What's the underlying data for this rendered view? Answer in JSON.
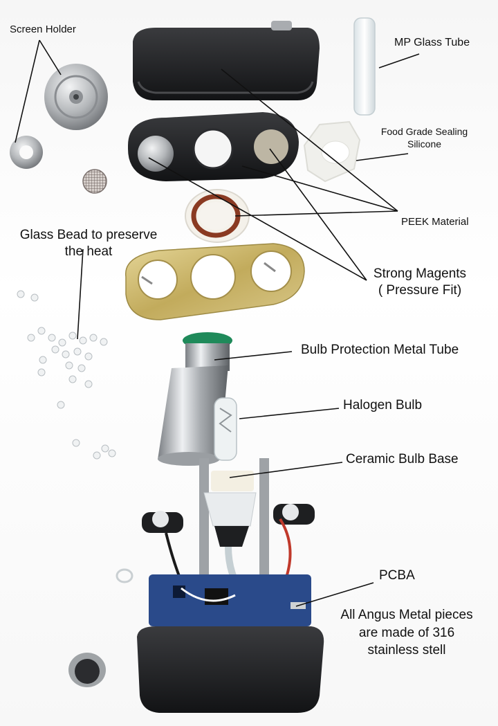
{
  "labels": {
    "screen_holder": "Screen Holder",
    "mp_glass_tube": "MP Glass Tube",
    "sealing_line1": "Food Grade Sealing",
    "sealing_line2": "Silicone",
    "glass_bead_line1": "Glass Bead to preserve",
    "glass_bead_line2": "the heat",
    "peek_material": "PEEK Material",
    "magnets_line1": "Strong Magents",
    "magnets_line2": "( Pressure Fit)",
    "bulb_protection": "Bulb Protection Metal Tube",
    "halogen_bulb": "Halogen Bulb",
    "ceramic_base": "Ceramic Bulb Base",
    "pcba": "PCBA",
    "note_line1": "All Angus Metal pieces",
    "note_line2": "are made of 316",
    "note_line3": "stainless stell"
  },
  "colors": {
    "plastic_black": "#1e1f21",
    "steel": "#b9bcbf",
    "gold_plate": "#c9b56a",
    "silicone_white": "#f2f2ee",
    "peek_ring": "#8a3a22",
    "green_ring": "#1f8a5a",
    "pcb_blue": "#2a4a8a",
    "wire_red": "#c0392b",
    "leader_line": "#111111"
  }
}
